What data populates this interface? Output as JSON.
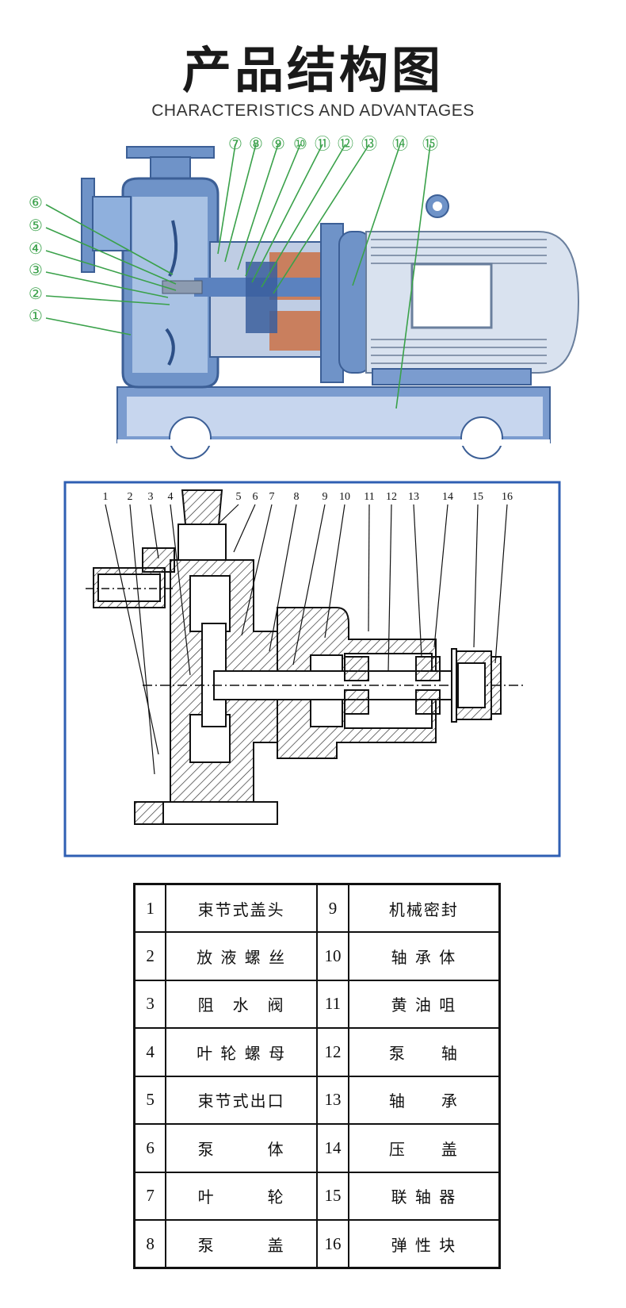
{
  "title": "产品结构图",
  "subtitle": "CHARACTERISTICS AND ADVANTAGES",
  "figure1": {
    "callouts_top": [
      "⑦",
      "⑧",
      "⑨",
      "⑩",
      "⑪",
      "⑫",
      "⑬",
      "⑭",
      "⑮"
    ],
    "callouts_left": [
      "⑥",
      "⑤",
      "④",
      "③",
      "②",
      "①"
    ]
  },
  "figure2": {
    "labels": [
      "1",
      "2",
      "3",
      "4",
      "5",
      "6",
      "7",
      "8",
      "9",
      "10",
      "11",
      "12",
      "13",
      "14",
      "15",
      "16"
    ]
  },
  "parts": [
    {
      "no": "1",
      "name": "束节式盖头",
      "no2": "9",
      "name2": "机械密封"
    },
    {
      "no": "2",
      "name": "放 液 螺 丝",
      "no2": "10",
      "name2": "轴 承 体"
    },
    {
      "no": "3",
      "name": "阻　水　阀",
      "no2": "11",
      "name2": "黄 油 咀"
    },
    {
      "no": "4",
      "name": "叶 轮 螺 母",
      "no2": "12",
      "name2": "泵　　轴"
    },
    {
      "no": "5",
      "name": "束节式出口",
      "no2": "13",
      "name2": "轴　　承"
    },
    {
      "no": "6",
      "name": "泵　　　体",
      "no2": "14",
      "name2": "压　　盖"
    },
    {
      "no": "7",
      "name": "叶　　　轮",
      "no2": "15",
      "name2": "联 轴 器"
    },
    {
      "no": "8",
      "name": "泵　　　盖",
      "no2": "16",
      "name2": "弹 性 块"
    }
  ],
  "colors": {
    "pump_blue": "#6f93c8",
    "pump_blue_light": "#a9c2e4",
    "bracket_brown": "#c97f5e",
    "callout_green": "#3aa14a",
    "frame_blue": "#2f5fb3"
  }
}
